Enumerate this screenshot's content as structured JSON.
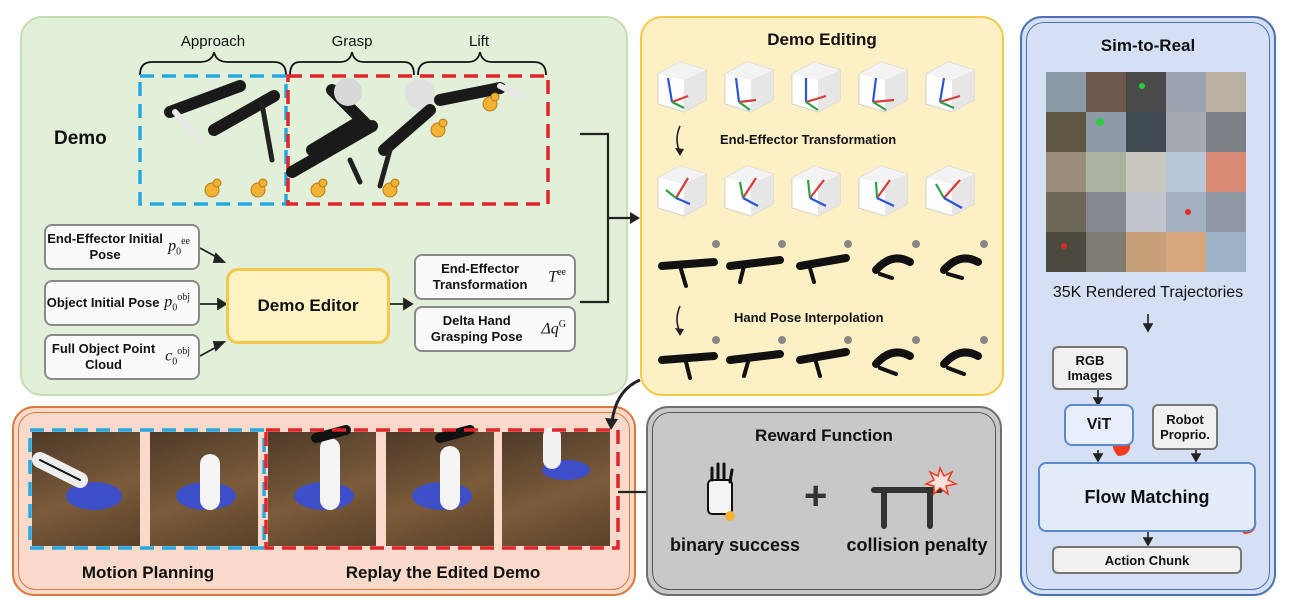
{
  "demo": {
    "phases": [
      "Approach",
      "Grasp",
      "Lift"
    ],
    "label": "Demo",
    "inputs": [
      {
        "label": "End-Effector Initial Pose",
        "math": "p",
        "sup": "ee",
        "sub": "0"
      },
      {
        "label": "Object Initial Pose",
        "math": "p",
        "sup": "obj",
        "sub": "0"
      },
      {
        "label": "Full Object Point Cloud",
        "math": "c",
        "sup": "obj",
        "sub": "0"
      }
    ],
    "editor": "Demo Editor",
    "outputs": [
      {
        "label": "End-Effector Transformation",
        "math": "T",
        "sup": "ee"
      },
      {
        "label": "Delta Hand Grasping Pose",
        "math": "Δq",
        "sup": "G"
      }
    ]
  },
  "editing": {
    "title": "Demo Editing",
    "ee_label": "End-Effector Transformation",
    "hand_label": "Hand Pose Interpolation"
  },
  "sim2real": {
    "title": "Sim-to-Real",
    "caption": "35K Rendered Trajectories",
    "rgb": "RGB Images",
    "vit": "ViT",
    "proprio": "Robot Proprio.",
    "flow": "Flow Matching",
    "action": "Action Chunk"
  },
  "replay": {
    "motion": "Motion Planning",
    "replay": "Replay the Edited Demo"
  },
  "reward": {
    "title": "Reward Function",
    "success": "binary success",
    "plus": "+",
    "collision": "collision penalty"
  },
  "colors": {
    "approach_dash": "#29a8e0",
    "grasp_dash": "#e0262b",
    "axis_x": "#d93a3a",
    "axis_y": "#2ea043",
    "axis_z": "#2b52d9",
    "flame": "#f03b20"
  }
}
